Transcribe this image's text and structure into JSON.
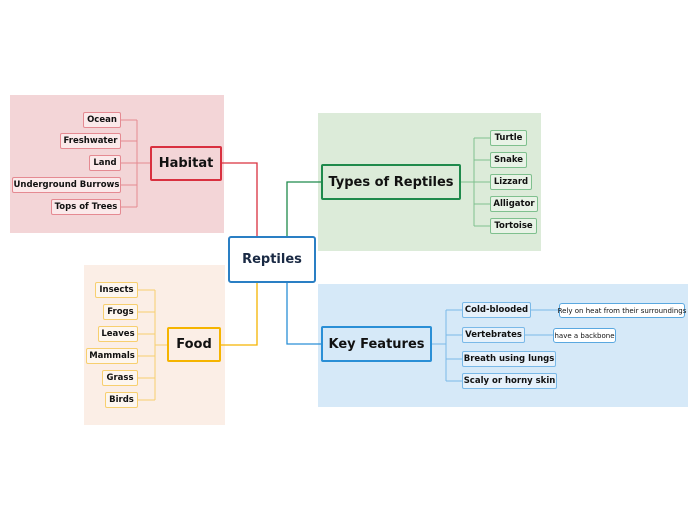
{
  "colors": {
    "habitat": "#d9303f",
    "types": "#1f8a4c",
    "food": "#f5b400",
    "features": "#2a8fd6",
    "central": "#2a7fc4"
  },
  "central": "Reptiles",
  "habitat": {
    "title": "Habitat",
    "items": [
      "Ocean",
      "Freshwater",
      "Land",
      "Underground Burrows",
      "Tops of Trees"
    ]
  },
  "types": {
    "title": "Types of Reptiles",
    "items": [
      "Turtle",
      "Snake",
      "Lizzard",
      "Alligator",
      "Tortoise"
    ]
  },
  "food": {
    "title": "Food",
    "items": [
      "Insects",
      "Frogs",
      "Leaves",
      "Mammals",
      "Grass",
      "Birds"
    ]
  },
  "features": {
    "title": "Key Features",
    "items": [
      {
        "label": "Cold-blooded",
        "note": "Rely on heat from their surroundings"
      },
      {
        "label": "Vertebrates",
        "note": "have a backbone"
      },
      {
        "label": "Breath using lungs"
      },
      {
        "label": "Scaly or horny skin"
      }
    ]
  }
}
